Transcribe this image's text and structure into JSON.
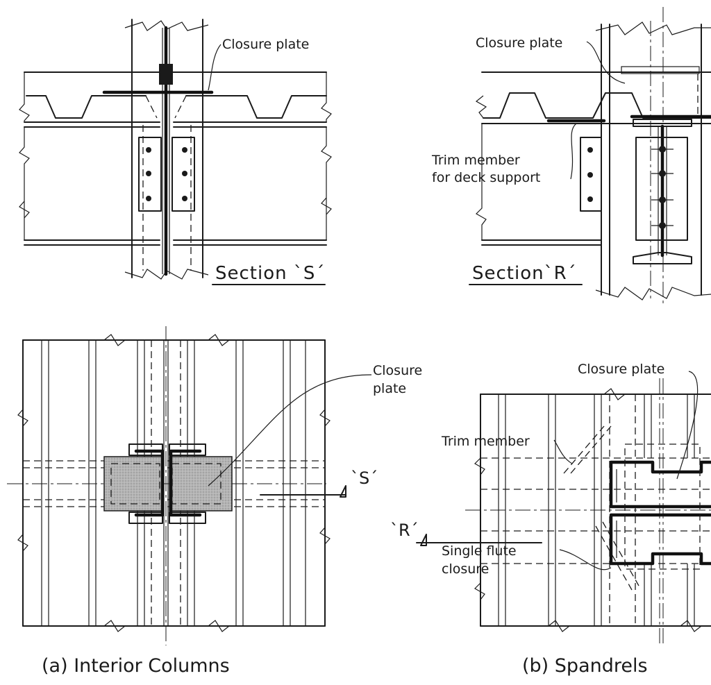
{
  "labels": {
    "closure_plate": "Closure plate",
    "trim_member_deck_line1": "Trim member",
    "trim_member_deck_line2": "for deck support",
    "section_s": "Section `S´",
    "section_r": "Section`R´",
    "closure_plate_line1": "Closure",
    "closure_plate_line2": "plate",
    "trim_member": "Trim member",
    "single_flute_line1": "Single flute",
    "single_flute_line2": "closure",
    "marker_s": "`S´",
    "marker_r": "`R´"
  },
  "captions": {
    "interior_columns": "(a) Interior Columns",
    "spandrels": "(b) Spandrels"
  },
  "colors": {
    "line": "#1a1a1a",
    "closure_fill": "#b4b4b4"
  }
}
